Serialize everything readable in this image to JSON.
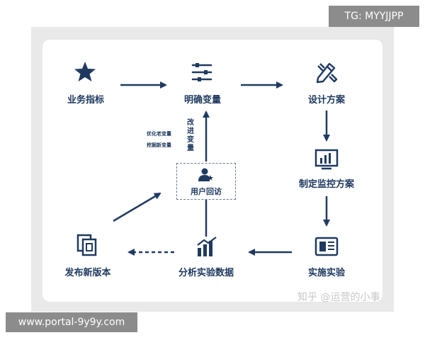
{
  "overlays": {
    "tg": "TG: MYYJJPP",
    "portal": "www.portal-9y9y.com"
  },
  "nodes": {
    "business_metrics": "业务指标",
    "define_variables": "明确变量",
    "design_plan": "设计方案",
    "monitoring_plan": "制定监控方案",
    "run_experiment": "实施实验",
    "analyze_data": "分析实验数据",
    "release_version": "发布新版本",
    "user_feedback": "用户回访"
  },
  "annotations": {
    "improve_variables": "改进变量",
    "optimize_old": "优化老变量",
    "mine_new": "挖掘新变量"
  },
  "watermark": "知乎 @运营的小事",
  "colors": {
    "accent": "#1f3a60",
    "frame": "#e9e9ea",
    "overlay": "#8c8c8c"
  },
  "icons": [
    "star-icon",
    "sliders-icon",
    "pencil-ruler-icon",
    "monitor-chart-icon",
    "newspaper-icon",
    "bar-chart-icon",
    "copy-document-icon",
    "user-star-icon"
  ]
}
